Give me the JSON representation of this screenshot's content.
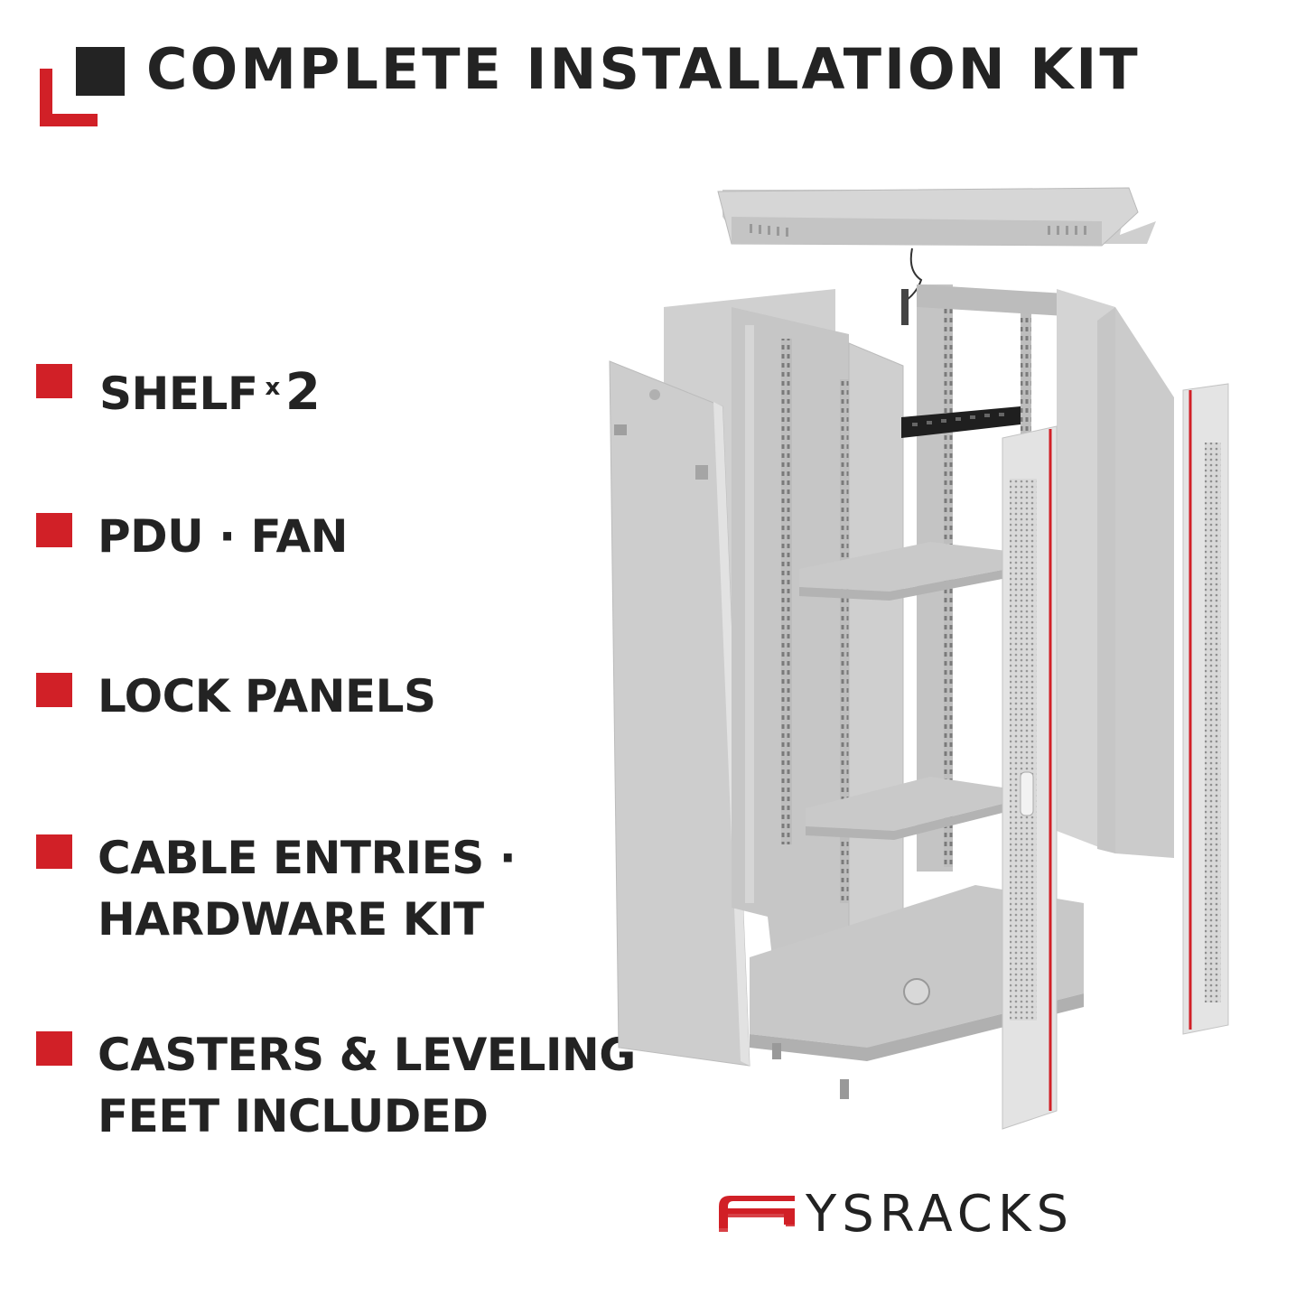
{
  "header": {
    "title": "COMPLETE INSTALLATION KIT"
  },
  "features": [
    {
      "label": "SHELF",
      "multiplier": "x",
      "qty": "2"
    },
    {
      "label": "PDU · FAN"
    },
    {
      "label": "LOCK PANELS"
    },
    {
      "line1": "CABLE ENTRIES ·",
      "line2": "HARDWARE KIT"
    },
    {
      "line1": "CASTERS & LEVELING",
      "line2": "FEET INCLUDED"
    }
  ],
  "brand": {
    "name": "SYSRACKS",
    "wordmark": "YSRACKS",
    "accent_color": "#d12027",
    "dark_color": "#232323"
  },
  "illustration": {
    "icon": "server-rack-exploded-view-icon"
  }
}
